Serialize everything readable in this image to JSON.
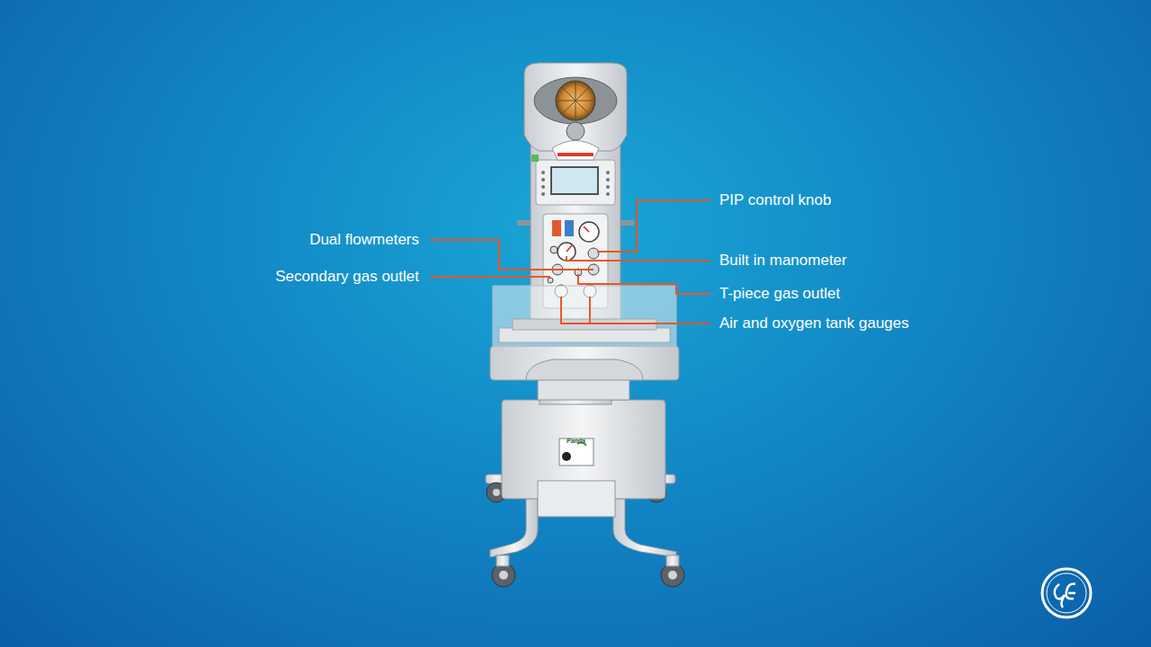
{
  "diagram": {
    "labels": [
      "PIP control knob",
      "Dual flowmeters",
      "Built in manometer",
      "Secondary gas outlet",
      "T-piece gas outlet",
      "Air and oxygen tank gauges",
      "Panda"
    ]
  }
}
